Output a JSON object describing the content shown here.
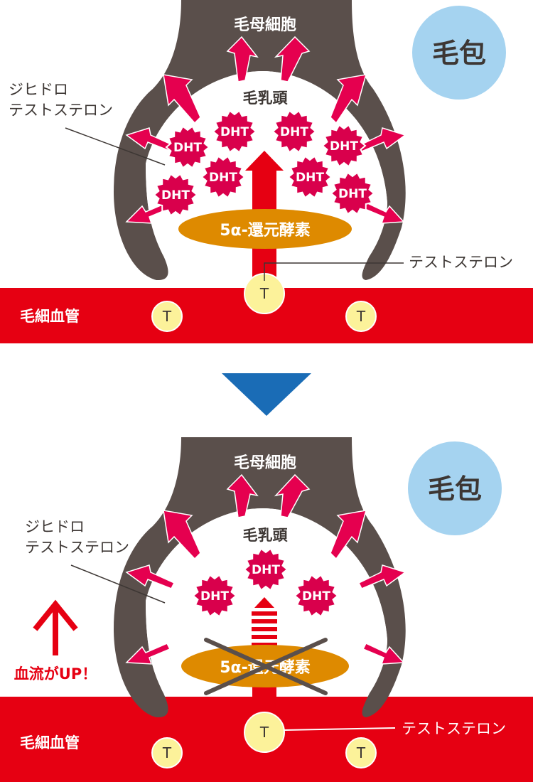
{
  "colors": {
    "follicle": "#5a4f4b",
    "vessel": "#e60012",
    "arrow": "#e5004f",
    "dht": "#d9004c",
    "enzyme": "#de8a00",
    "testosterone": "#fcf29a",
    "badge": "#a5d3f0",
    "transition": "#1a6cb6",
    "white": "#ffffff",
    "text_dark": "#3d3734",
    "cross": "#5a4f4b"
  },
  "icons": {
    "follicle_badge": "circle-badge",
    "transition": "down-triangle",
    "dht": "starburst",
    "testosterone": "circle-token",
    "hair_growth": "arrow",
    "blood_flow_up": "up-arrow",
    "enzyme_blocked": "cross"
  },
  "panels": [
    {
      "id": "before",
      "labels": {
        "hair_matrix_cells": "毛母細胞",
        "follicle": "毛包",
        "dermal_papilla": "毛乳頭",
        "dht_line1": "ジヒドロ",
        "dht_line2": "テストステロン",
        "enzyme": "5α-還元酵素",
        "testosterone": "テストステロン",
        "capillary": "毛細血管"
      },
      "dht_tokens": [
        "DHT",
        "DHT",
        "DHT",
        "DHT",
        "DHT",
        "DHT",
        "DHT",
        "DHT"
      ],
      "t_tokens": [
        "T",
        "T",
        "T"
      ],
      "enzyme_blocked": false
    },
    {
      "id": "after",
      "labels": {
        "hair_matrix_cells": "毛母細胞",
        "follicle": "毛包",
        "dermal_papilla": "毛乳頭",
        "dht_line1": "ジヒドロ",
        "dht_line2": "テストステロン",
        "enzyme": "5α-還元酵素",
        "testosterone": "テストステロン",
        "capillary": "毛細血管",
        "blood_flow": "血流がUP！"
      },
      "dht_tokens": [
        "DHT",
        "DHT",
        "DHT"
      ],
      "t_tokens": [
        "T",
        "T",
        "T"
      ],
      "enzyme_blocked": true
    }
  ]
}
